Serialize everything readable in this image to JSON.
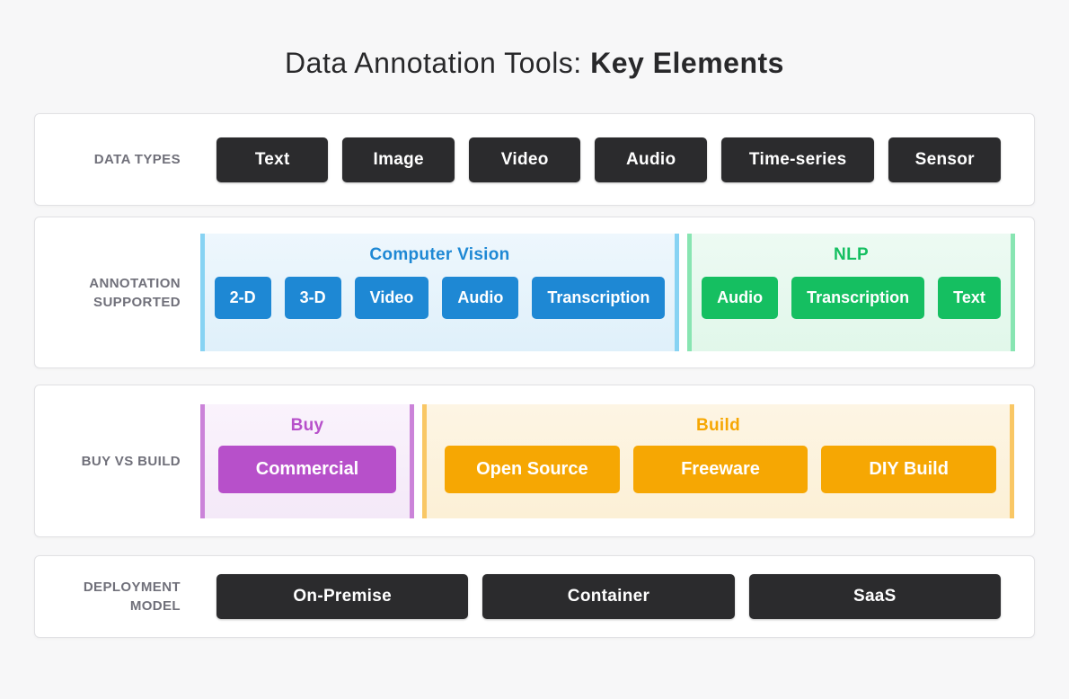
{
  "title": {
    "regular": "Data Annotation Tools: ",
    "bold": "Key Elements"
  },
  "rows": [
    {
      "label": "DATA TYPES",
      "buttons": [
        "Text",
        "Image",
        "Video",
        "Audio",
        "Time-series",
        "Sensor"
      ]
    },
    {
      "label": "ANNOTATION SUPPORTED",
      "groups": [
        {
          "heading": "Computer Vision",
          "buttons": [
            "2-D",
            "3-D",
            "Video",
            "Audio",
            "Transcription"
          ]
        },
        {
          "heading": "NLP",
          "buttons": [
            "Audio",
            "Transcription",
            "Text"
          ]
        }
      ]
    },
    {
      "label": "BUY VS BUILD",
      "groups": [
        {
          "heading": "Buy",
          "buttons": [
            "Commercial"
          ]
        },
        {
          "heading": "Build",
          "buttons": [
            "Open Source",
            "Freeware",
            "DIY Build"
          ]
        }
      ]
    },
    {
      "label": "DEPLOYMENT MODEL",
      "buttons": [
        "On-Premise",
        "Container",
        "SaaS"
      ]
    }
  ],
  "colors": {
    "page_bg": "#f7f7f8",
    "card_border": "#e1e1e4",
    "label_text": "#70707a",
    "title_text": "#28282a",
    "dark_chip": "#2b2b2d",
    "blue": "#1e88d4",
    "blue_light": "#87d3f3",
    "green": "#15bf61",
    "green_light": "#88e5b2",
    "purple": "#b750ca",
    "purple_light": "#cb83d9",
    "orange": "#f6a703",
    "orange_light": "#f9c765"
  }
}
